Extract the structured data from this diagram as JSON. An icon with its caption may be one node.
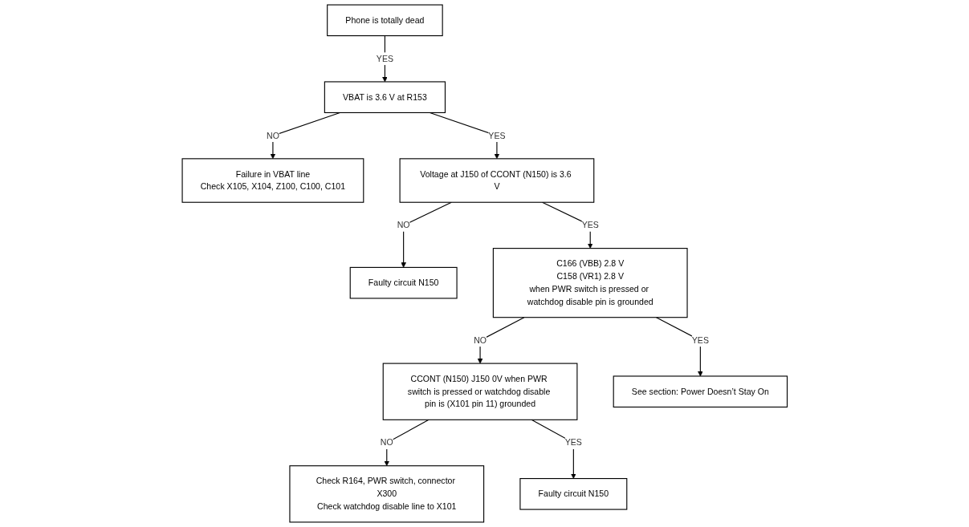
{
  "diagram": {
    "nodes": [
      {
        "text": [
          "Phone is totally dead"
        ]
      },
      {
        "text": [
          "VBAT is 3.6 V at R153"
        ]
      },
      {
        "text": [
          "Failure in VBAT line",
          "Check X105, X104, Z100, C100, C101"
        ]
      },
      {
        "text": [
          "Voltage at J150 of CCONT (N150) is 3.6 V"
        ]
      },
      {
        "text": [
          "Faulty circuit N150"
        ]
      },
      {
        "text": [
          "C166 (VBB) 2.8 V",
          "C158 (VR1) 2.8 V",
          "when PWR switch is pressed or watchdog disable pin is grounded"
        ]
      },
      {
        "text": [
          "CCONT (N150) J150 0V when PWR switch is pressed or watchdog disable pin is (X101 pin 11) grounded"
        ]
      },
      {
        "text": [
          "Check R164, PWR switch, connector X300",
          "Check watchdog disable line to X101"
        ]
      },
      {
        "text": [
          "Faulty circuit N150"
        ]
      },
      {
        "text": [
          "See section: Power Doesn’t Stay On"
        ]
      }
    ],
    "edges": [
      {
        "from": 0,
        "to": 1,
        "arrow": "to",
        "label": "YES"
      },
      {
        "from": 1,
        "to": 2,
        "arrow": "to",
        "label": "NO"
      },
      {
        "from": 1,
        "to": 3,
        "arrow": "to",
        "label": "YES"
      },
      {
        "from": 3,
        "to": 4,
        "arrow": "to",
        "label": "NO"
      },
      {
        "from": 3,
        "to": 5,
        "arrow": "to",
        "label": "YES"
      },
      {
        "from": 5,
        "to": 6,
        "arrow": "to",
        "label": "NO"
      },
      {
        "from": 6,
        "to": 7,
        "arrow": "to",
        "label": "NO"
      },
      {
        "from": 6,
        "to": 8,
        "arrow": "to",
        "label": "YES"
      },
      {
        "from": 5,
        "to": 9,
        "arrow": "to",
        "label": "YES"
      }
    ]
  }
}
